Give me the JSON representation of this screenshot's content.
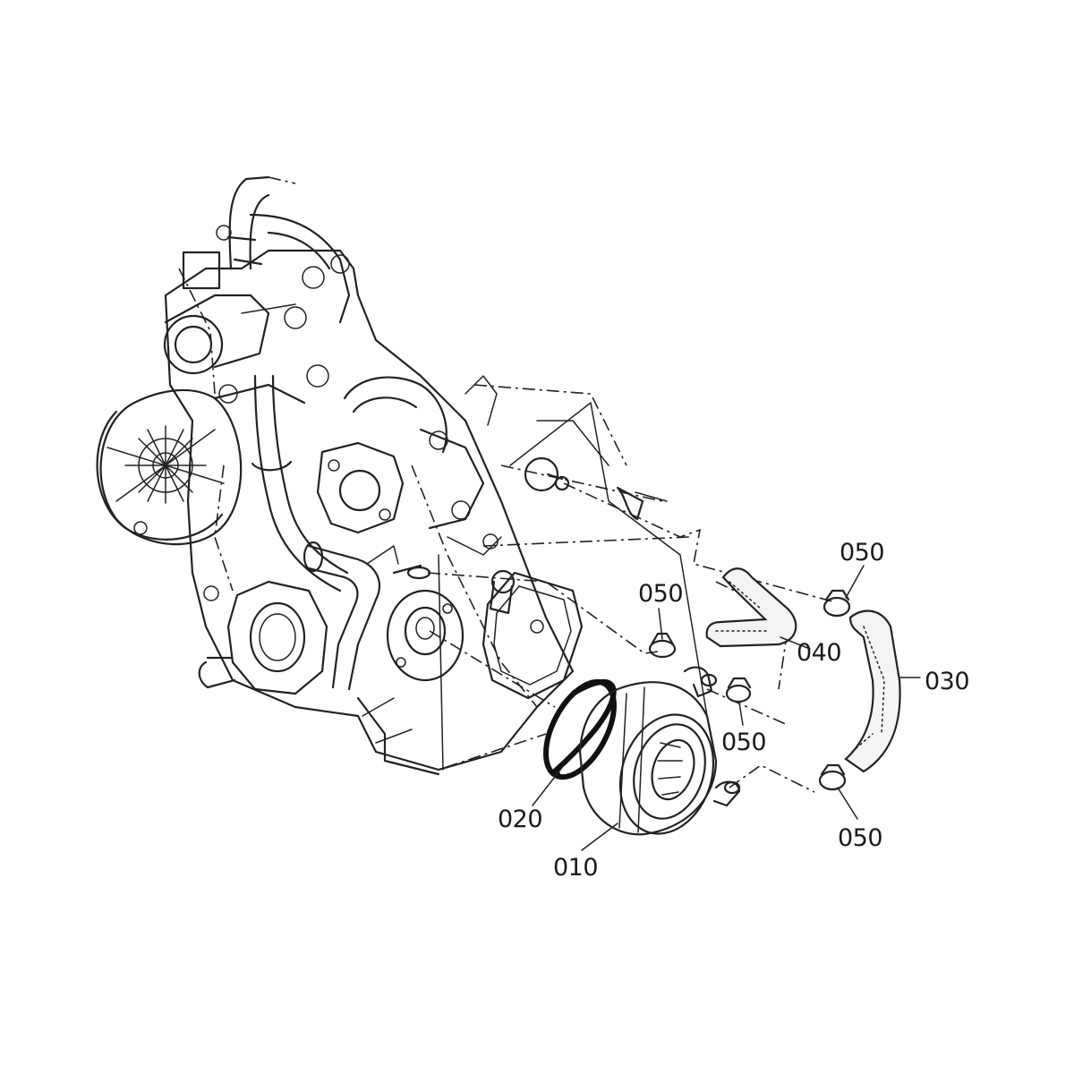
{
  "callouts": [
    {
      "id": "oil-cooler",
      "label": "010"
    },
    {
      "id": "o-ring",
      "label": "020"
    },
    {
      "id": "hose-long",
      "label": "030"
    },
    {
      "id": "hose-short",
      "label": "040"
    },
    {
      "id": "clamp-top-left",
      "label": "050"
    },
    {
      "id": "clamp-top-right",
      "label": "050"
    },
    {
      "id": "clamp-middle",
      "label": "050"
    },
    {
      "id": "clamp-bottom",
      "label": "050"
    }
  ]
}
